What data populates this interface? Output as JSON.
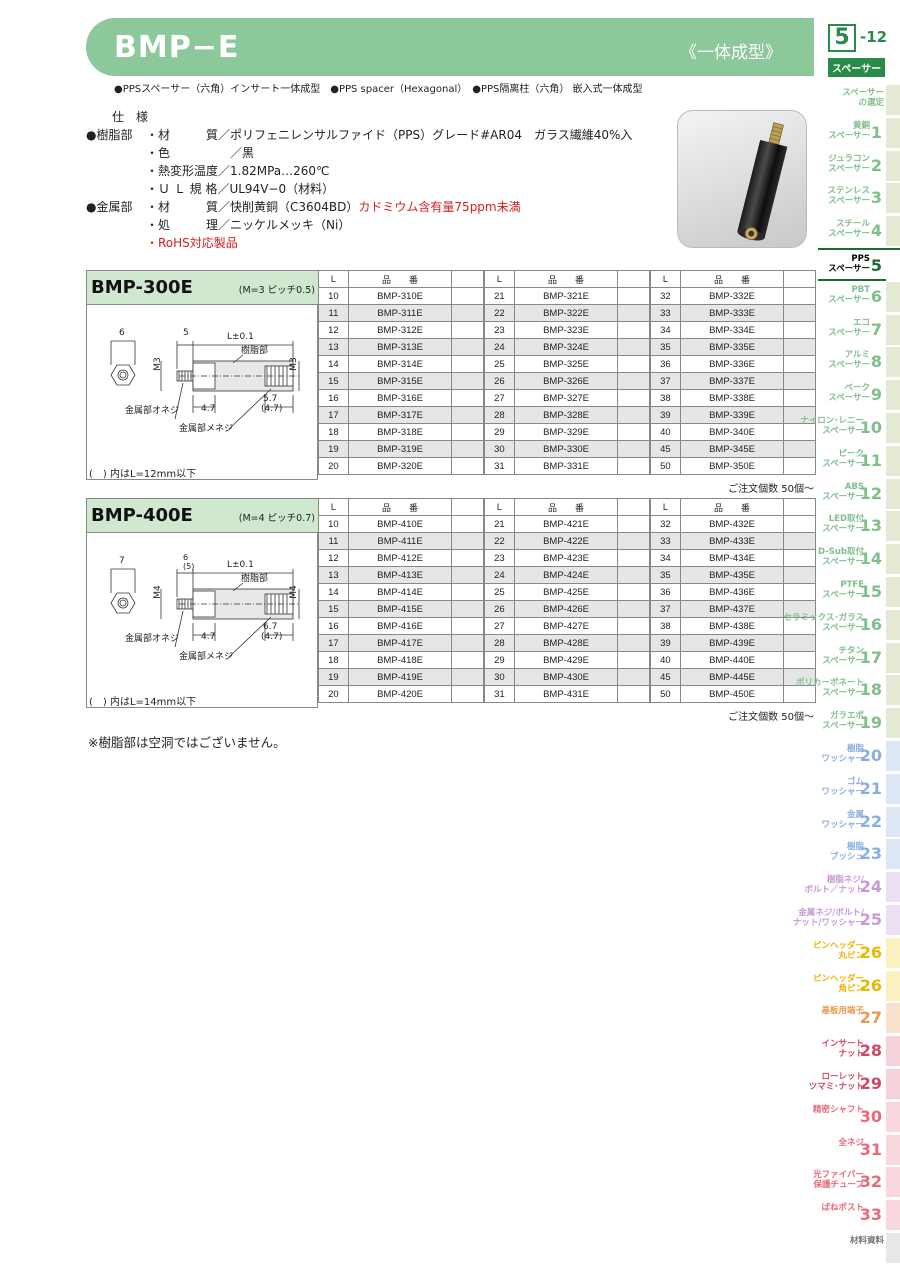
{
  "header": {
    "title": "BMP−E",
    "subtitle": "《一体成型》",
    "section_num": "5",
    "section_sub": "-12",
    "section_label": "スペーサー"
  },
  "tagline": "●PPSスペーサー（六角）インサート一体成型　●PPS spacer（Hexagonal）　●PPS隔离柱（六角）  嵌入式一体成型",
  "spec": {
    "heading": "仕　様",
    "lines": [
      {
        "left": "●樹脂部",
        "field": "・材　　　質",
        "value": "／ポリフェニレンサルファイド（PPS）グレード#AR04　ガラス繊維40%入",
        "red": ""
      },
      {
        "left": "",
        "field": "・色",
        "value": "　　　　　／黒",
        "red": ""
      },
      {
        "left": "",
        "field": "・熱変形温度",
        "value": "／1.82MPa…260℃",
        "red": ""
      },
      {
        "left": "",
        "field": "・Ｕ Ｌ 規 格",
        "value": "／UL94V−0（材料）",
        "red": ""
      },
      {
        "left": "●金属部",
        "field": "・材　　　質",
        "value": "／快削黄銅（C3604BD）",
        "red": "カドミウム含有量75ppm未満"
      },
      {
        "left": "",
        "field": "・処　　　理",
        "value": "／ニッケルメッキ（Ni）",
        "red": ""
      },
      {
        "left": "",
        "field": "",
        "value": "",
        "red": "・RoHS対応製品"
      }
    ]
  },
  "tables": [
    {
      "model": "BMP-300E",
      "pitch": "(M=3 ピッチ0.5)",
      "note": "(　) 内はL=12mm以下",
      "order": "ご注文個数 50個〜",
      "dims": {
        "hex": "6",
        "thread": "M3",
        "stud": "5",
        "len": "L±0.1",
        "resin": "樹脂部",
        "d1": "5.7",
        "d2": "(4.7)",
        "d3": "4.7",
        "male": "金属部オネジ",
        "female": "金属部メネジ"
      },
      "headers": [
        "L",
        "品　　番"
      ],
      "cols": [
        [
          [
            "10",
            "BMP-310E"
          ],
          [
            "11",
            "BMP-311E"
          ],
          [
            "12",
            "BMP-312E"
          ],
          [
            "13",
            "BMP-313E"
          ],
          [
            "14",
            "BMP-314E"
          ],
          [
            "15",
            "BMP-315E"
          ],
          [
            "16",
            "BMP-316E"
          ],
          [
            "17",
            "BMP-317E"
          ],
          [
            "18",
            "BMP-318E"
          ],
          [
            "19",
            "BMP-319E"
          ],
          [
            "20",
            "BMP-320E"
          ]
        ],
        [
          [
            "21",
            "BMP-321E"
          ],
          [
            "22",
            "BMP-322E"
          ],
          [
            "23",
            "BMP-323E"
          ],
          [
            "24",
            "BMP-324E"
          ],
          [
            "25",
            "BMP-325E"
          ],
          [
            "26",
            "BMP-326E"
          ],
          [
            "27",
            "BMP-327E"
          ],
          [
            "28",
            "BMP-328E"
          ],
          [
            "29",
            "BMP-329E"
          ],
          [
            "30",
            "BMP-330E"
          ],
          [
            "31",
            "BMP-331E"
          ]
        ],
        [
          [
            "32",
            "BMP-332E"
          ],
          [
            "33",
            "BMP-333E"
          ],
          [
            "34",
            "BMP-334E"
          ],
          [
            "35",
            "BMP-335E"
          ],
          [
            "36",
            "BMP-336E"
          ],
          [
            "37",
            "BMP-337E"
          ],
          [
            "38",
            "BMP-338E"
          ],
          [
            "39",
            "BMP-339E"
          ],
          [
            "40",
            "BMP-340E"
          ],
          [
            "45",
            "BMP-345E"
          ],
          [
            "50",
            "BMP-350E"
          ]
        ]
      ]
    },
    {
      "model": "BMP-400E",
      "pitch": "(M=4 ピッチ0.7)",
      "note": "(　) 内はL=14mm以下",
      "order": "ご注文個数 50個〜",
      "dims": {
        "hex": "7",
        "thread": "M4",
        "stud": "6\n(5)",
        "len": "L±0.1",
        "resin": "樹脂部",
        "d1": "6.7",
        "d2": "(4.7)",
        "d3": "4.7",
        "male": "金属部オネジ",
        "female": "金属部メネジ"
      },
      "headers": [
        "L",
        "品　　番"
      ],
      "cols": [
        [
          [
            "10",
            "BMP-410E"
          ],
          [
            "11",
            "BMP-411E"
          ],
          [
            "12",
            "BMP-412E"
          ],
          [
            "13",
            "BMP-413E"
          ],
          [
            "14",
            "BMP-414E"
          ],
          [
            "15",
            "BMP-415E"
          ],
          [
            "16",
            "BMP-416E"
          ],
          [
            "17",
            "BMP-417E"
          ],
          [
            "18",
            "BMP-418E"
          ],
          [
            "19",
            "BMP-419E"
          ],
          [
            "20",
            "BMP-420E"
          ]
        ],
        [
          [
            "21",
            "BMP-421E"
          ],
          [
            "22",
            "BMP-422E"
          ],
          [
            "23",
            "BMP-423E"
          ],
          [
            "24",
            "BMP-424E"
          ],
          [
            "25",
            "BMP-425E"
          ],
          [
            "26",
            "BMP-426E"
          ],
          [
            "27",
            "BMP-427E"
          ],
          [
            "28",
            "BMP-428E"
          ],
          [
            "29",
            "BMP-429E"
          ],
          [
            "30",
            "BMP-430E"
          ],
          [
            "31",
            "BMP-431E"
          ]
        ],
        [
          [
            "32",
            "BMP-432E"
          ],
          [
            "33",
            "BMP-433E"
          ],
          [
            "34",
            "BMP-434E"
          ],
          [
            "35",
            "BMP-435E"
          ],
          [
            "36",
            "BMP-436E"
          ],
          [
            "37",
            "BMP-437E"
          ],
          [
            "38",
            "BMP-438E"
          ],
          [
            "39",
            "BMP-439E"
          ],
          [
            "40",
            "BMP-440E"
          ],
          [
            "45",
            "BMP-445E"
          ],
          [
            "50",
            "BMP-450E"
          ]
        ]
      ]
    }
  ],
  "footnote": "※樹脂部は空洞ではございません。",
  "sidebar": [
    {
      "label": "スペーサー\nの選定",
      "num": "",
      "color": "#7fbf8c",
      "bar": "#e3e9d2"
    },
    {
      "label": "黄銅\nスペーサー",
      "num": "1",
      "color": "#7fbf8c",
      "bar": "#e3e9d2"
    },
    {
      "label": "ジュラコン\nスペーサー",
      "num": "2",
      "color": "#7fbf8c",
      "bar": "#e3e9d2"
    },
    {
      "label": "ステンレス\nスペーサー",
      "num": "3",
      "color": "#7fbf8c",
      "bar": "#e3e9d2"
    },
    {
      "label": "スチール\nスペーサー",
      "num": "4",
      "color": "#7fbf8c",
      "bar": "#e3e9d2"
    },
    {
      "label": "PPS\nスペーサー",
      "num": "5",
      "color": "#1a6a32",
      "bar": "#e3e9d2",
      "active": true
    },
    {
      "label": "PBT\nスペーサー",
      "num": "6",
      "color": "#7fbf8c",
      "bar": "#e3e9d2"
    },
    {
      "label": "エコ\nスペーサー",
      "num": "7",
      "color": "#7fbf8c",
      "bar": "#e3e9d2"
    },
    {
      "label": "アルミ\nスペーサー",
      "num": "8",
      "color": "#7fbf8c",
      "bar": "#e3e9d2"
    },
    {
      "label": "ベーク\nスペーサー",
      "num": "9",
      "color": "#7fbf8c",
      "bar": "#e3e9d2"
    },
    {
      "label": "ナイロン･レニー\nスペーサー",
      "num": "10",
      "color": "#7fbf8c",
      "bar": "#e3e9d2"
    },
    {
      "label": "ピーク\nスペーサー",
      "num": "11",
      "color": "#7fbf8c",
      "bar": "#e3e9d2"
    },
    {
      "label": "ABS\nスペーサー",
      "num": "12",
      "color": "#7fbf8c",
      "bar": "#e3e9d2"
    },
    {
      "label": "LED取付\nスペーサー",
      "num": "13",
      "color": "#7fbf8c",
      "bar": "#e3e9d2"
    },
    {
      "label": "D-Sub取付\nスペーサー",
      "num": "14",
      "color": "#7fbf8c",
      "bar": "#e3e9d2"
    },
    {
      "label": "PTFE\nスペーサー",
      "num": "15",
      "color": "#7fbf8c",
      "bar": "#e3e9d2"
    },
    {
      "label": "セラミックス･ガラス\nスペーサー",
      "num": "16",
      "color": "#7fbf8c",
      "bar": "#e3e9d2"
    },
    {
      "label": "チタン\nスペーサー",
      "num": "17",
      "color": "#7fbf8c",
      "bar": "#e3e9d2"
    },
    {
      "label": "ポリカーボネート\nスペーサー",
      "num": "18",
      "color": "#7fbf8c",
      "bar": "#e3e9d2"
    },
    {
      "label": "ガラエポ\nスペーサー",
      "num": "19",
      "color": "#7fbf8c",
      "bar": "#e3e9d2"
    },
    {
      "label": "樹脂\nワッシャー",
      "num": "20",
      "color": "#8aaee0",
      "bar": "#dde6f5"
    },
    {
      "label": "ゴム\nワッシャー",
      "num": "21",
      "color": "#8aaee0",
      "bar": "#dde6f5"
    },
    {
      "label": "金属\nワッシャー",
      "num": "22",
      "color": "#8aaee0",
      "bar": "#dde6f5"
    },
    {
      "label": "樹脂\nブッシュ",
      "num": "23",
      "color": "#8aaee0",
      "bar": "#dde6f5"
    },
    {
      "label": "樹脂ネジ/\nボルト／ナット",
      "num": "24",
      "color": "#c79ad6",
      "bar": "#ecdff2"
    },
    {
      "label": "金属ネジ/ボルト/\nナット/ワッシャー",
      "num": "25",
      "color": "#c79ad6",
      "bar": "#ecdff2"
    },
    {
      "label": "ピンヘッダー\n丸ピン",
      "num": "26",
      "color": "#e8b800",
      "bar": "#faf0c0"
    },
    {
      "label": "ピンヘッダー\n角ピン",
      "num": "26",
      "color": "#e8b800",
      "bar": "#faf0c0"
    },
    {
      "label": "基板用端子",
      "num": "27",
      "color": "#e89a50",
      "bar": "#f8e2cc"
    },
    {
      "label": "インサート\nナット",
      "num": "28",
      "color": "#d04868",
      "bar": "#f5d2da"
    },
    {
      "label": "ローレット\nツマミ･ナット",
      "num": "29",
      "color": "#d04868",
      "bar": "#f5d2da"
    },
    {
      "label": "精密シャフト",
      "num": "30",
      "color": "#e86a7a",
      "bar": "#f8d8dc"
    },
    {
      "label": "全ネジ",
      "num": "31",
      "color": "#e86a7a",
      "bar": "#f8d8dc"
    },
    {
      "label": "光ファイバー\n保護チューブ",
      "num": "32",
      "color": "#e86a7a",
      "bar": "#f8d8dc"
    },
    {
      "label": "ばねポスト",
      "num": "33",
      "color": "#e86a7a",
      "bar": "#f8d8dc"
    },
    {
      "label": "材料資料",
      "num": "",
      "color": "#777777",
      "bar": "#e8e8e8"
    }
  ]
}
